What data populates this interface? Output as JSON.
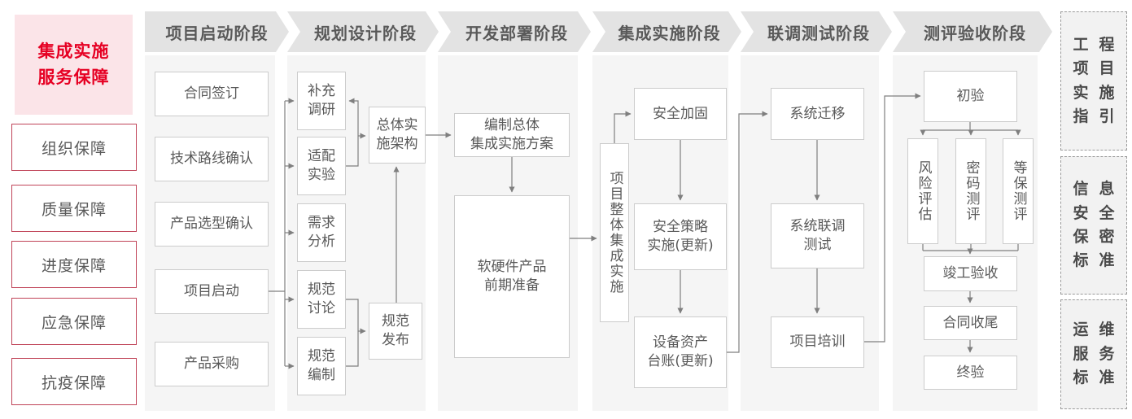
{
  "sidebar": {
    "title": "集成实施\n服务保障",
    "items": [
      "组织保障",
      "质量保障",
      "进度保障",
      "应急保障",
      "抗疫保障"
    ]
  },
  "phases": [
    {
      "label": "项目启动阶段"
    },
    {
      "label": "规划设计阶段"
    },
    {
      "label": "开发部署阶段"
    },
    {
      "label": "集成实施阶段"
    },
    {
      "label": "联调测试阶段"
    },
    {
      "label": "测评验收阶段"
    }
  ],
  "boxes": {
    "contract": "合同签订",
    "tech_route": "技术路线确认",
    "product_select": "产品选型确认",
    "kickoff": "项目启动",
    "procurement": "产品采购",
    "supp_research": "补充\n调研",
    "adapt_test": "适配\n实验",
    "req_analysis": "需求\n分析",
    "spec_discuss": "规范\n讨论",
    "spec_draft": "规范\n编制",
    "overall_arch": "总体实\n施架构",
    "spec_release": "规范\n发布",
    "plan": "编制总体\n集成实施方案",
    "prep": "软硬件产品\n前期准备",
    "integration": "项目整体集成实施",
    "hardening": "安全加固",
    "policy": "安全策略\n实施(更新)",
    "assets": "设备资产\n台账(更新)",
    "migration": "系统迁移",
    "joint_test": "系统联调\n测试",
    "training": "项目培训",
    "initial_accept": "初验",
    "risk": "风险评估",
    "crypto": "密码测评",
    "classified": "等保测评",
    "completion": "竣工验收",
    "closure": "合同收尾",
    "final_accept": "终验"
  },
  "standards": [
    {
      "label": "工程\n项目\n实施\n指引"
    },
    {
      "label": "信息\n安全\n保密\n标准"
    },
    {
      "label": "运维\n服务\n标准"
    }
  ],
  "colors": {
    "accent_red": "#e60023",
    "red_border": "#c04458",
    "pink_bg": "#fbe4e8",
    "header_bg": "#e3e3e3",
    "panel_bg": "#f5f5f5",
    "box_border": "#cccccc",
    "text_gray": "#595959",
    "line_gray": "#7f7f7f"
  }
}
